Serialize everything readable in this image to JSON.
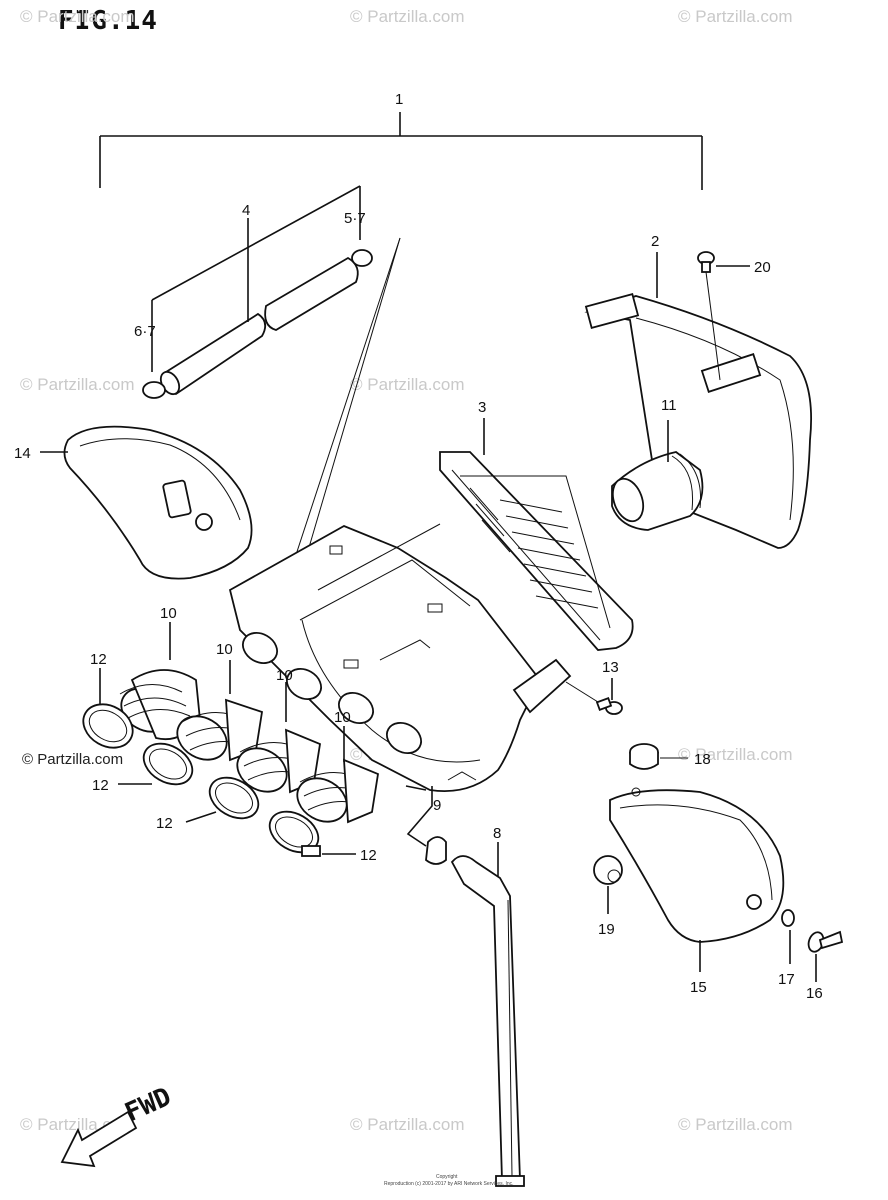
{
  "figure_title": "FIG.14",
  "callouts": {
    "c1": "1",
    "c2": "2",
    "c3": "3",
    "c4": "4",
    "c5_7": "5·7",
    "c6_7": "6·7",
    "c8": "8",
    "c9": "9",
    "c10a": "10",
    "c10b": "10",
    "c10c": "10",
    "c10d": "10",
    "c11": "11",
    "c12a": "12",
    "c12b": "12",
    "c12c": "12",
    "c12d": "12",
    "c13": "13",
    "c14": "14",
    "c15": "15",
    "c16": "16",
    "c17": "17",
    "c18": "18",
    "c19": "19",
    "c20": "20"
  },
  "direction_label": "FWD",
  "watermark": "© Partzilla.com",
  "copyright_lines": [
    "Copyright",
    "Reproduction (c) 2001-2017 by ARI Network Services, Inc."
  ],
  "colors": {
    "line": "#111111",
    "watermark": "#c9c9c9",
    "background": "#ffffff"
  }
}
